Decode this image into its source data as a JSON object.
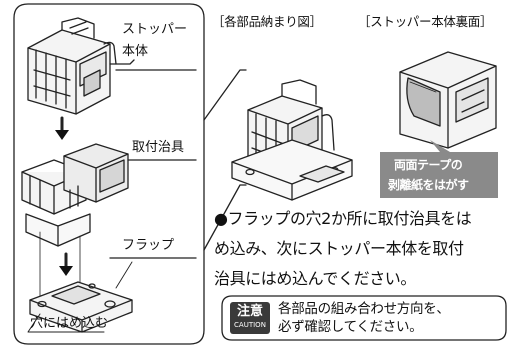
{
  "left_panel": {
    "stopper_label_line1": "ストッパー",
    "stopper_label_line2": "本体",
    "jig_label": "取付治具",
    "flap_label": "フラップ",
    "hole_label": "穴にはめ込む"
  },
  "right_panel": {
    "heading_assembly": "［各部品納まり図］",
    "heading_back": "［ストッパー本体裏面］",
    "tape_badge_line1": "両面テープの",
    "tape_badge_line2": "剥離紙をはがす",
    "instruction_lines": [
      "●フラップの穴2か所に取付治具をは",
      "め込み、次にストッパー本体を取付",
      "治具にはめ込んでください。"
    ],
    "caution_badge_main": "注意",
    "caution_badge_sub": "CAUTION",
    "caution_lines": [
      "各部品の組み合わせ方向を、",
      "必ず確認してください。"
    ]
  }
}
